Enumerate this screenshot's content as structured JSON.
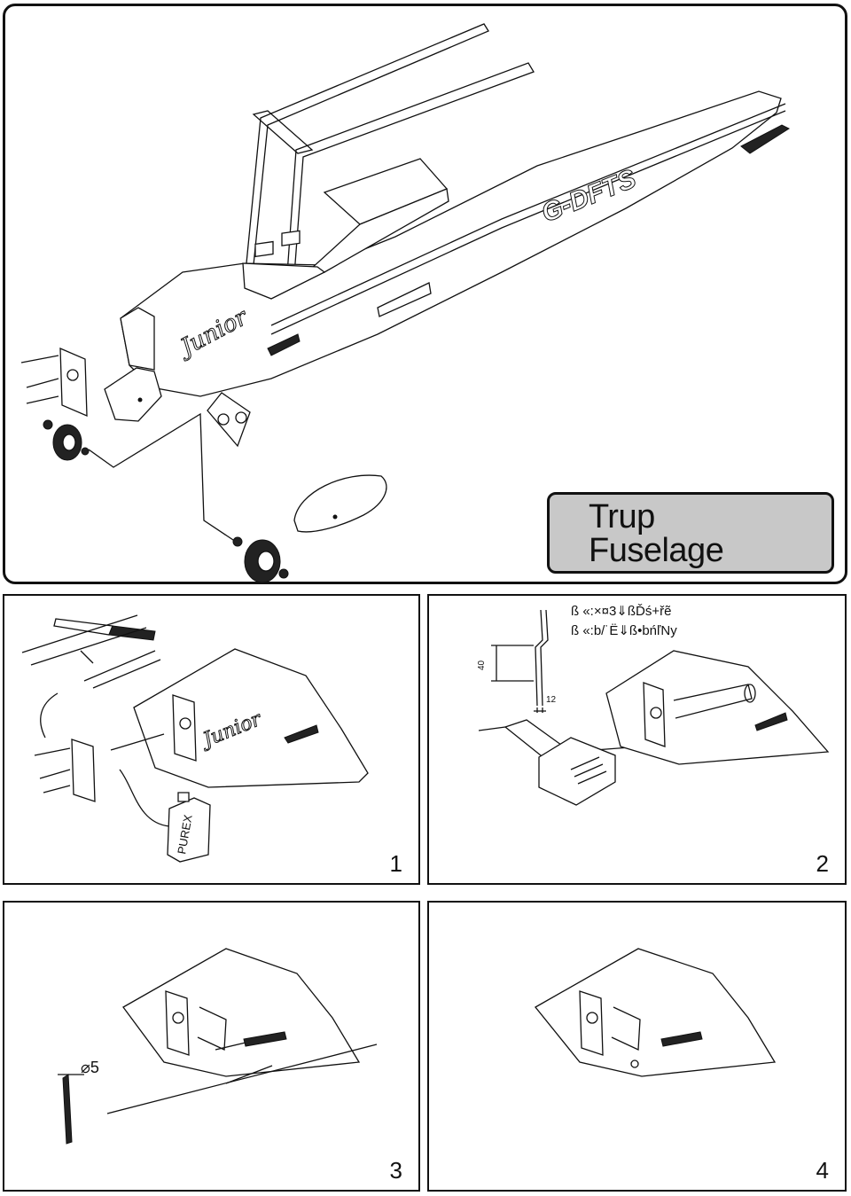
{
  "title": {
    "cz": "Trup",
    "en": "Fuselage"
  },
  "main_art": {
    "registration": "G-DFTS",
    "logo": "Junior"
  },
  "panel1": {
    "number": "1",
    "bottle_label": "PUREX",
    "logo": "Junior"
  },
  "panel2": {
    "number": "2",
    "note_line1": "ß «:×¤3⇓ßĎś+řẽ",
    "note_line2": "ß «:b/˙Ë⇓ß•bńľNy",
    "dim_height": "40",
    "dim_width": "12"
  },
  "panel3": {
    "number": "3",
    "diameter_label": "⌀5"
  },
  "panel4": {
    "number": "4"
  }
}
